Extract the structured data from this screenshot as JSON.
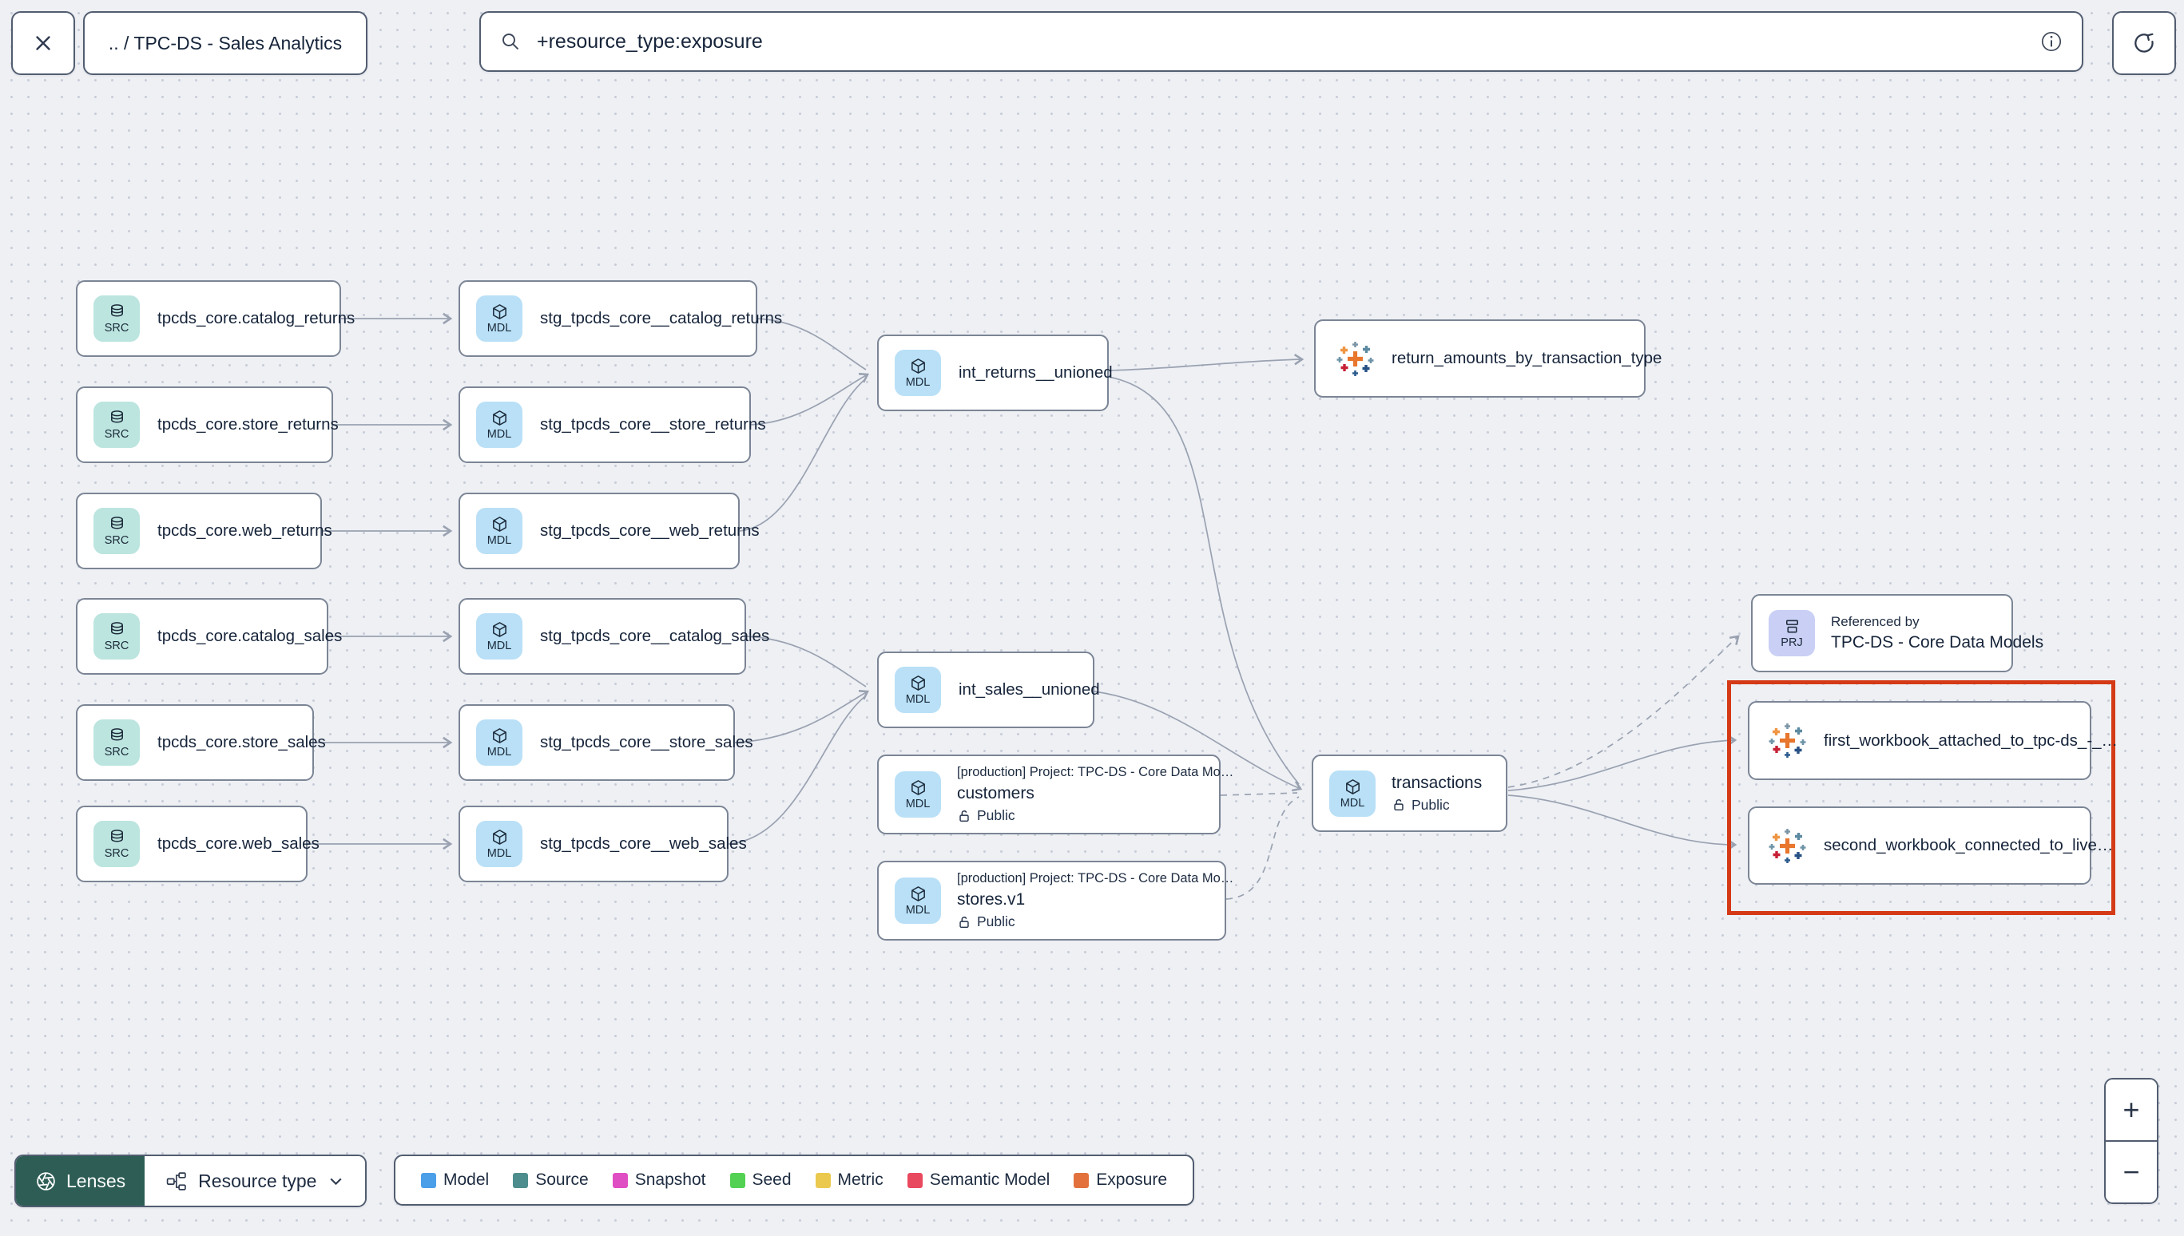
{
  "toolbar": {
    "breadcrumb": ".. / TPC-DS - Sales Analytics",
    "search_value": "+resource_type:exposure"
  },
  "badges": {
    "source": "SRC",
    "model": "MDL",
    "project": "PRJ"
  },
  "nodes": {
    "sources": [
      {
        "label": "tpcds_core.catalog_returns"
      },
      {
        "label": "tpcds_core.store_returns"
      },
      {
        "label": "tpcds_core.web_returns"
      },
      {
        "label": "tpcds_core.catalog_sales"
      },
      {
        "label": "tpcds_core.store_sales"
      },
      {
        "label": "tpcds_core.web_sales"
      }
    ],
    "staging": [
      {
        "label": "stg_tpcds_core__catalog_returns"
      },
      {
        "label": "stg_tpcds_core__store_returns"
      },
      {
        "label": "stg_tpcds_core__web_returns"
      },
      {
        "label": "stg_tpcds_core__catalog_sales"
      },
      {
        "label": "stg_tpcds_core__store_sales"
      },
      {
        "label": "stg_tpcds_core__web_sales"
      }
    ],
    "int_returns": {
      "label": "int_returns__unioned"
    },
    "int_sales": {
      "label": "int_sales__unioned"
    },
    "customers": {
      "project_line": "[production] Project: TPC-DS - Core Data Mo…",
      "label": "customers",
      "access": "Public"
    },
    "stores": {
      "project_line": "[production] Project: TPC-DS - Core Data Mo…",
      "label": "stores.v1",
      "access": "Public"
    },
    "transactions": {
      "label": "transactions",
      "access": "Public"
    },
    "exposure_returns": {
      "label": "return_amounts_by_transaction_type"
    },
    "referenced_by": {
      "title": "Referenced by",
      "label": "TPC-DS - Core Data Models"
    },
    "workbook_first": {
      "label": "first_workbook_attached_to_tpc-ds_-_…"
    },
    "workbook_second": {
      "label": "second_workbook_connected_to_live…"
    }
  },
  "legend": {
    "items": [
      {
        "label": "Model",
        "color": "#4b9fe9"
      },
      {
        "label": "Source",
        "color": "#4d8d8d"
      },
      {
        "label": "Snapshot",
        "color": "#e04ec4"
      },
      {
        "label": "Seed",
        "color": "#53d153"
      },
      {
        "label": "Metric",
        "color": "#eac94e"
      },
      {
        "label": "Semantic Model",
        "color": "#e9495f"
      },
      {
        "label": "Exposure",
        "color": "#e2713d"
      }
    ]
  },
  "footer": {
    "lenses_label": "Lenses",
    "resource_type_label": "Resource type"
  },
  "zoom_controls": {
    "zoom_in": "+",
    "zoom_out": "−"
  }
}
